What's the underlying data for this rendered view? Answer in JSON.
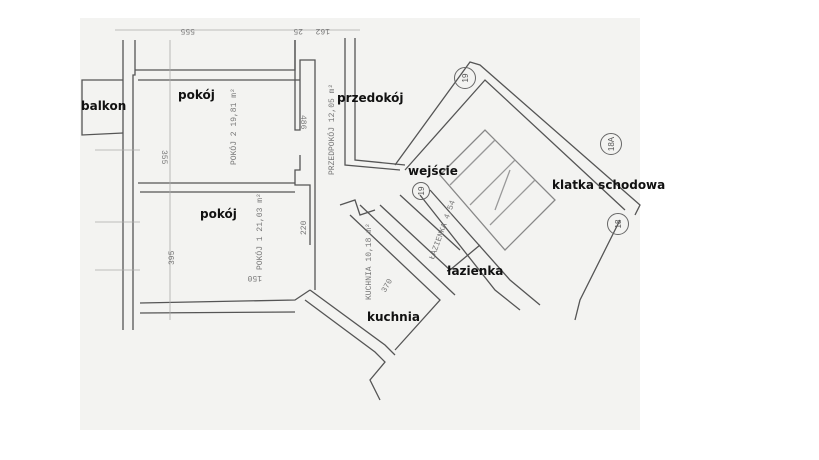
{
  "labels": {
    "balkon": "balkon",
    "pokoj_top": "pokój",
    "pokoj_bottom": "pokój",
    "przedpokoj": "przedokój",
    "wejscie": "wejście",
    "klatka": "klatka schodowa",
    "lazienka": "łazienka",
    "kuchnia": "kuchnia"
  },
  "handwritten": {
    "room2": "POKÓJ 2  19,81 m²",
    "room1": "POKÓJ 1  21,03 m²",
    "hall": "PRZEDPOKÓJ 12,05 m²",
    "kitchen": "KUCHNIA 10,18 m²",
    "bath": "ŁAZIENKA 4,54"
  },
  "dimensions": {
    "top1": "555",
    "top2": "162",
    "top3": "25",
    "left_h1": "355",
    "left_h2": "395",
    "hall_w": "486",
    "kitchen_d": "370",
    "small1": "220",
    "small2": "150"
  },
  "markers": [
    "19",
    "18A",
    "18",
    "19"
  ]
}
